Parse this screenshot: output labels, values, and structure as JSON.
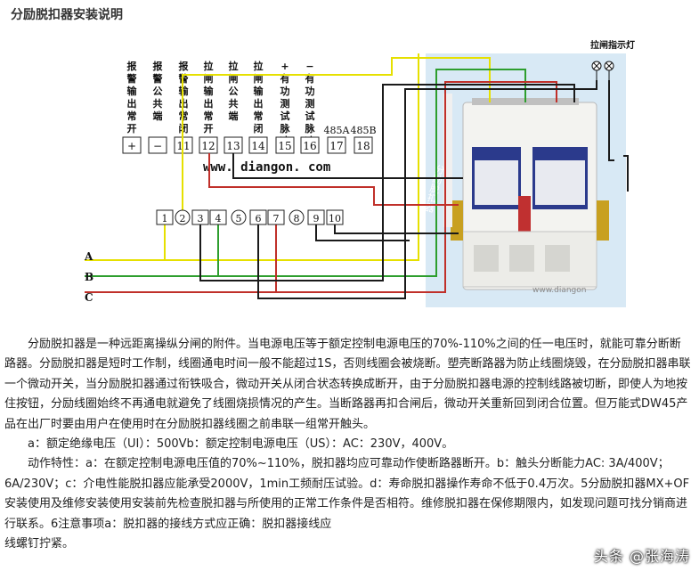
{
  "title": "分励脱扣器安装说明",
  "diagram": {
    "indicator_label": "拉闸指示灯",
    "top_terminals": [
      {
        "label": "报警输出常开",
        "num": "+"
      },
      {
        "label": "报警公共端",
        "num": "−"
      },
      {
        "label": "报警输出常闭",
        "num": "11"
      },
      {
        "label": "拉闸输出常开",
        "num": "12"
      },
      {
        "label": "拉闸公共端",
        "num": "13"
      },
      {
        "label": "拉闸输出常闭",
        "num": "14"
      },
      {
        "label": "+有功测试脉冲",
        "num": "15"
      },
      {
        "label": "−有功测试脉冲",
        "num": "16"
      },
      {
        "label": "485A",
        "num": "17"
      },
      {
        "label": "485B",
        "num": "18"
      }
    ],
    "url": "www. diangon. com",
    "bottom_terminals": [
      "1",
      "2",
      "3",
      "4",
      "5",
      "6",
      "7",
      "8",
      "9",
      "10"
    ],
    "phases": [
      "A",
      "B",
      "C"
    ],
    "breaker_side_text": "分励脱扣器",
    "photo_watermark": "www.diangon",
    "colors": {
      "yellow": "#e6e000",
      "green": "#2e9e2e",
      "red": "#c0302a",
      "black": "#1a1a1a",
      "panel": "#d8e9f5"
    }
  },
  "body": {
    "paragraph": "分励脱扣器是一种远距离操纵分闸的附件。当电源电压等于额定控制电源电压的70%-110%之间的任一电压时，就能可靠分断断路器。分励脱扣器是短时工作制，线圈通电时间一般不能超过1S，否则线圈会被烧断。塑壳断路器为防止线圈烧毁，在分励脱扣器串联一个微动开关，当分励脱扣器通过衔铁吸合，微动开关从闭合状态转换成断开，由于分励脱扣器电源的控制线路被切断，即使人为地按住按钮，分励线圈始终不再通电就避免了线圈烧损情况的产生。当断路器再扣合闸后，微动开关重新回到闭合位置。但万能式DW45产品在出厂时要由用户在使用时在分励脱扣器线圈之前串联一组常开触头。",
    "line_a": "a：额定绝缘电压（UI）：500Vb：额定控制电源电压（US）：AC：230V，400V。",
    "line_b": "动作特性：a：在额定控制电源电压值的70%~110%，脱扣器均应可靠动作使断路器断开。b：触头分断能力AC: 3A/400V；6A/230V；c：介电性能脱扣器应能承受2000V，1min工频耐压试验。d：寿命脱扣器操作寿命不低于0.4万次。5分励脱扣器MX+OF安装使用及维修安装使用安装前先检查脱扣器与所使用的正常工作条件是否相符。维修脱扣器在保修期限内，如发现问题可找分销商进行联系。6注意事项a：脱扣器的接线方式应正确：脱扣器接线应",
    "line_end": "线螺钉拧紧。"
  },
  "watermark": "头条 @张海涛"
}
